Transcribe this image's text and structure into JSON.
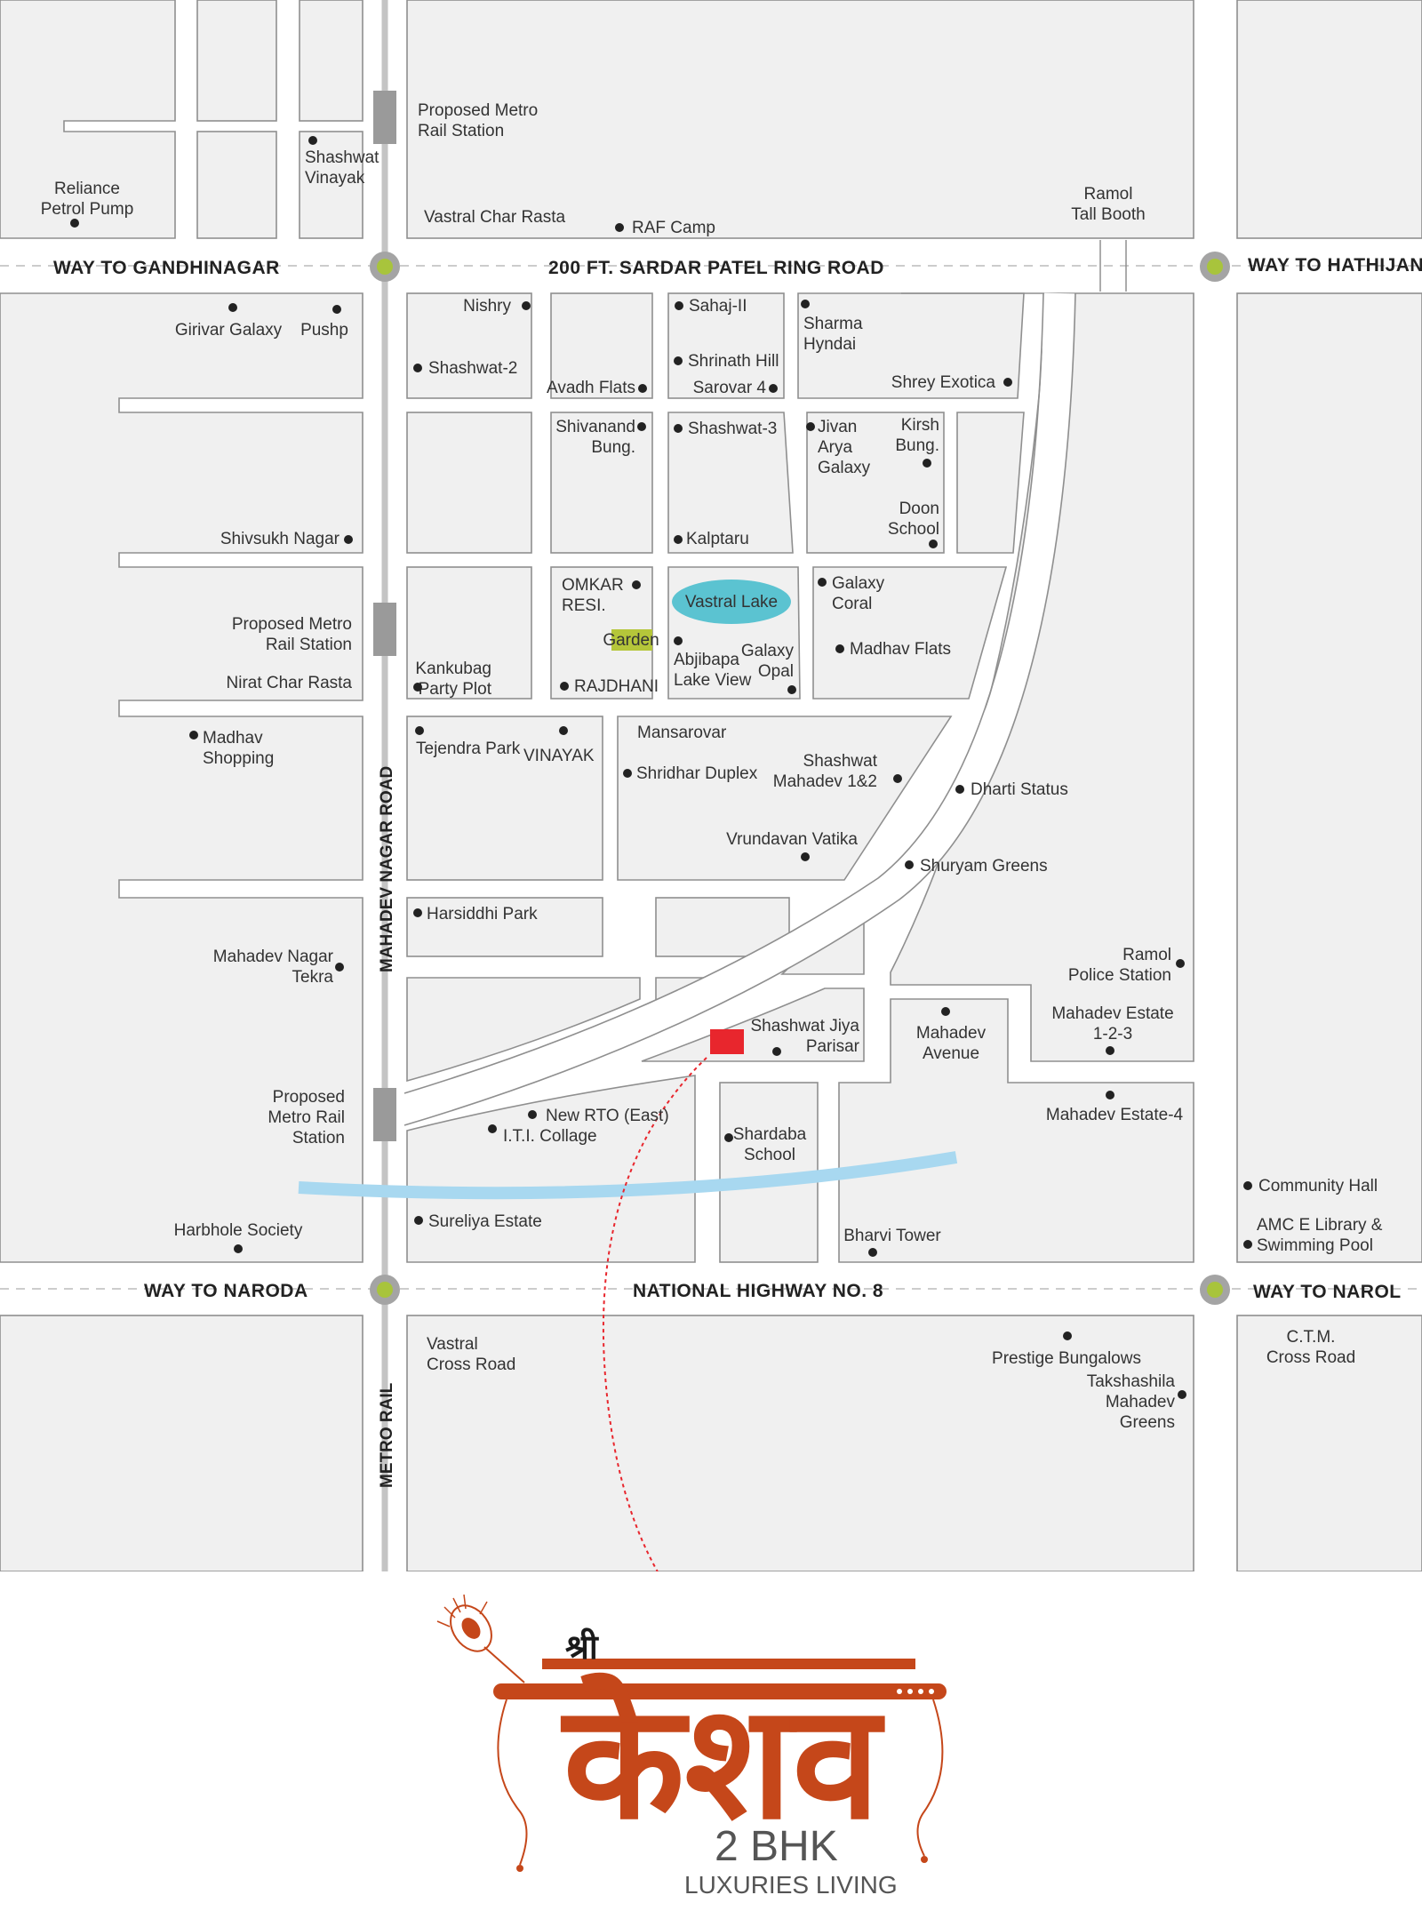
{
  "roads": {
    "ring_road": "200 FT. SARDAR PATEL RING ROAD",
    "highway": "NATIONAL HIGHWAY NO. 8",
    "way_gandhinagar": "WAY TO GANDHINAGAR",
    "way_hathijan": "WAY TO HATHIJAN",
    "way_naroda": "WAY TO NARODA",
    "way_narol": "WAY TO NAROL",
    "mahadev_nagar_road": "MAHADEV NAGAR ROAD",
    "metro_rail": "METRO RAIL"
  },
  "places": [
    {
      "id": "proposed-metro-1",
      "lines": [
        "Proposed Metro",
        "Rail Station"
      ]
    },
    {
      "id": "shashwat-vinayak",
      "lines": [
        "Shashwat",
        "Vinayak"
      ]
    },
    {
      "id": "reliance-petrol-pump",
      "lines": [
        "Reliance",
        "Petrol Pump"
      ]
    },
    {
      "id": "vastral-char-rasta",
      "lines": [
        "Vastral Char Rasta"
      ]
    },
    {
      "id": "raf-camp",
      "lines": [
        "RAF Camp"
      ]
    },
    {
      "id": "ramol-tall-booth",
      "lines": [
        "Ramol",
        "Tall Booth"
      ]
    },
    {
      "id": "girivar-galaxy",
      "lines": [
        "Girivar Galaxy"
      ]
    },
    {
      "id": "pushp",
      "lines": [
        "Pushp"
      ]
    },
    {
      "id": "nishry",
      "lines": [
        "Nishry"
      ]
    },
    {
      "id": "shashwat-2",
      "lines": [
        "Shashwat-2"
      ]
    },
    {
      "id": "avadh-flats",
      "lines": [
        "Avadh Flats"
      ]
    },
    {
      "id": "sahaj-ii",
      "lines": [
        "Sahaj-II"
      ]
    },
    {
      "id": "shrinath-hill",
      "lines": [
        "Shrinath Hill"
      ]
    },
    {
      "id": "sarovar-4",
      "lines": [
        "Sarovar 4"
      ]
    },
    {
      "id": "sharma-hyndai",
      "lines": [
        "Sharma",
        "Hyndai"
      ]
    },
    {
      "id": "shrey-exotica",
      "lines": [
        "Shrey Exotica"
      ]
    },
    {
      "id": "shivanand-bung",
      "lines": [
        "Shivanand",
        "Bung."
      ]
    },
    {
      "id": "shashwat-3",
      "lines": [
        "Shashwat-3"
      ]
    },
    {
      "id": "jivan-arya-galaxy",
      "lines": [
        "Jivan",
        "Arya",
        "Galaxy"
      ]
    },
    {
      "id": "kirsh-bung",
      "lines": [
        "Kirsh",
        "Bung."
      ]
    },
    {
      "id": "doon-school",
      "lines": [
        "Doon",
        "School"
      ]
    },
    {
      "id": "kalptaru",
      "lines": [
        "Kalptaru"
      ]
    },
    {
      "id": "shivsukh-nagar",
      "lines": [
        "Shivsukh Nagar"
      ]
    },
    {
      "id": "omkar-resi",
      "lines": [
        "OMKAR",
        "RESI."
      ]
    },
    {
      "id": "garden",
      "lines": [
        "Garden"
      ]
    },
    {
      "id": "rajdhani",
      "lines": [
        "RAJDHANI"
      ]
    },
    {
      "id": "vastral-lake",
      "lines": [
        "Vastral Lake"
      ]
    },
    {
      "id": "abjibapa-lake-view",
      "lines": [
        "Abjibapa",
        "Lake View"
      ]
    },
    {
      "id": "galaxy-opal",
      "lines": [
        "Galaxy",
        "Opal"
      ]
    },
    {
      "id": "galaxy-coral",
      "lines": [
        "Galaxy",
        "Coral"
      ]
    },
    {
      "id": "madhav-flats",
      "lines": [
        "Madhav Flats"
      ]
    },
    {
      "id": "proposed-metro-2",
      "lines": [
        "Proposed Metro",
        "Rail Station"
      ]
    },
    {
      "id": "nirat-char-rasta",
      "lines": [
        "Nirat Char Rasta"
      ]
    },
    {
      "id": "kankubag-party-plot",
      "lines": [
        "Kankubag",
        "Party Plot"
      ]
    },
    {
      "id": "madhav-shopping",
      "lines": [
        "Madhav",
        "Shopping"
      ]
    },
    {
      "id": "tejendra-park",
      "lines": [
        "Tejendra Park"
      ]
    },
    {
      "id": "vinayak",
      "lines": [
        "VINAYAK"
      ]
    },
    {
      "id": "mansarovar",
      "lines": [
        "Mansarovar"
      ]
    },
    {
      "id": "shridhar-duplex",
      "lines": [
        "Shridhar Duplex"
      ]
    },
    {
      "id": "shashwat-mahadev",
      "lines": [
        "Shashwat",
        "Mahadev 1&2"
      ]
    },
    {
      "id": "dharti-status",
      "lines": [
        "Dharti Status"
      ]
    },
    {
      "id": "vrundavan-vatika",
      "lines": [
        "Vrundavan Vatika"
      ]
    },
    {
      "id": "shuryam-greens",
      "lines": [
        "Shuryam Greens"
      ]
    },
    {
      "id": "harsiddhi-park",
      "lines": [
        "Harsiddhi Park"
      ]
    },
    {
      "id": "mahadev-nagar-tekra",
      "lines": [
        "Mahadev Nagar",
        "Tekra"
      ]
    },
    {
      "id": "ramol-police-station",
      "lines": [
        "Ramol",
        "Police Station"
      ]
    },
    {
      "id": "shashwat-jiya-parisar",
      "lines": [
        "Shashwat Jiya",
        "Parisar"
      ]
    },
    {
      "id": "mahadev-avenue",
      "lines": [
        "Mahadev",
        "Avenue"
      ]
    },
    {
      "id": "mahadev-estate-123",
      "lines": [
        "Mahadev Estate",
        "1-2-3"
      ]
    },
    {
      "id": "mahadev-estate-4",
      "lines": [
        "Mahadev Estate-4"
      ]
    },
    {
      "id": "proposed-metro-3",
      "lines": [
        "Proposed",
        "Metro Rail",
        "Station"
      ]
    },
    {
      "id": "new-rto-east",
      "lines": [
        "New RTO (East)"
      ]
    },
    {
      "id": "iti-collage",
      "lines": [
        "I.T.I. Collage"
      ]
    },
    {
      "id": "shardaba-school",
      "lines": [
        "Shardaba",
        "School"
      ]
    },
    {
      "id": "community-hall",
      "lines": [
        "Community Hall"
      ]
    },
    {
      "id": "amc-library",
      "lines": [
        "AMC E Library &",
        "Swimming Pool"
      ]
    },
    {
      "id": "harbhole-society",
      "lines": [
        "Harbhole Society"
      ]
    },
    {
      "id": "sureliya-estate",
      "lines": [
        "Sureliya Estate"
      ]
    },
    {
      "id": "bharvi-tower",
      "lines": [
        "Bharvi Tower"
      ]
    },
    {
      "id": "vastral-cross-road",
      "lines": [
        "Vastral",
        "Cross Road"
      ]
    },
    {
      "id": "prestige-bungalows",
      "lines": [
        "Prestige Bungalows"
      ]
    },
    {
      "id": "takshashila-mahadev-greens",
      "lines": [
        "Takshashila",
        "Mahadev",
        "Greens"
      ]
    },
    {
      "id": "ctm-cross-road",
      "lines": [
        "C.T.M.",
        "Cross Road"
      ]
    }
  ],
  "logo": {
    "shree": "श्री",
    "name": "केशव",
    "config": "2 BHK",
    "tagline": "LUXURIES LIVING"
  },
  "colors": {
    "block_fill": "#f0f0f0",
    "block_stroke": "#8f8f8f",
    "canal": "#a8d8f0",
    "lake": "#5bc3d1",
    "garden": "#b5c63a",
    "site_marker": "#e8262d",
    "junction": "#a8c43c",
    "logo_orange": "#c5471a"
  }
}
